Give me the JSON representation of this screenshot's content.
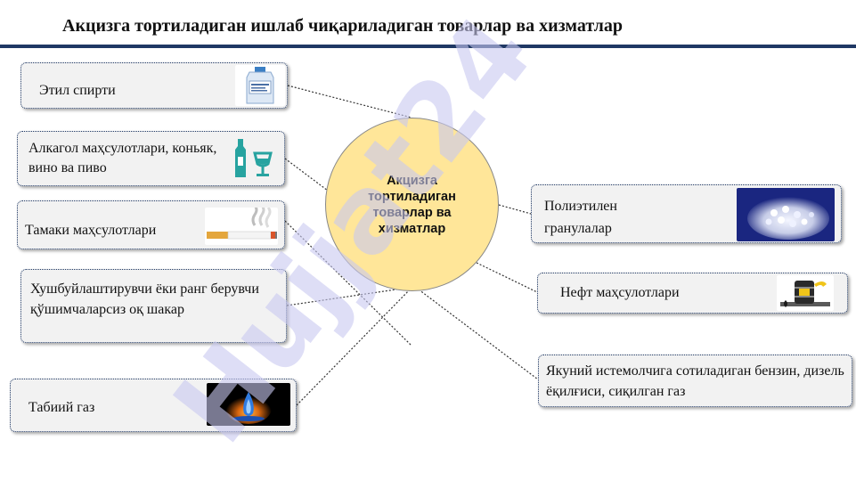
{
  "title": "Акцизга тортиладиган ишлаб чиқариладиган товарлар ва хизматлар",
  "center": "Акцизга тортиладиган товарлар ва хизматлар",
  "left_items": [
    {
      "label": "Этил спирти",
      "icon": "ethyl-spirit-bottle-icon"
    },
    {
      "label": "Алкагол маҳсулотлари, коньяк, вино ва пиво",
      "icon": "bottle-glass-icon"
    },
    {
      "label": "Тамаки маҳсулотлари",
      "icon": "cigarette-icon"
    },
    {
      "label": "Хушбуйлаштирувчи ёки ранг берувчи қўшимчаларсиз оқ шакар"
    },
    {
      "label": "Табиий газ",
      "icon": "gas-flame-icon"
    }
  ],
  "right_items": [
    {
      "label": "Полиэтилен гранулалар",
      "icon": "polyethylene-granules-icon"
    },
    {
      "label": "Нефт маҳсулотлари",
      "icon": "oil-barrel-icon"
    },
    {
      "label": "Якуний истемолчига сотиладиган бензин, дизель ёқилғиси, сиқилган газ"
    }
  ],
  "watermark": "Hujjat24",
  "colors": {
    "rule": "#1f3864",
    "center_fill": "#ffe699",
    "box_fill": "#f2f2f2",
    "watermark": "#c8c8f0"
  }
}
